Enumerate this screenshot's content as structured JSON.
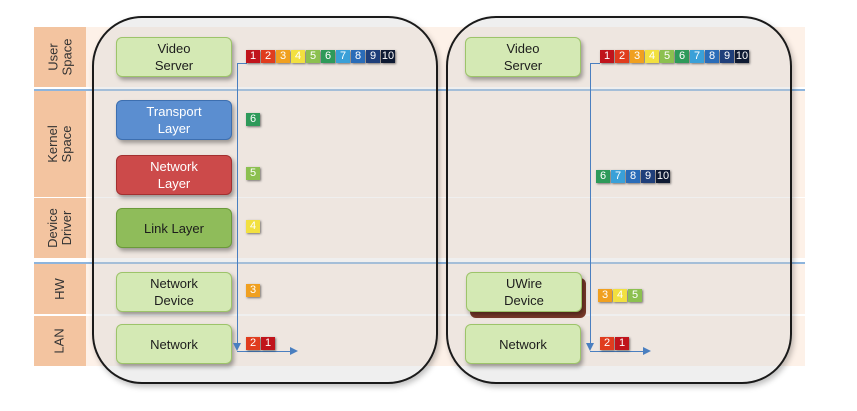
{
  "rows": [
    {
      "key": "user",
      "label": "User\nSpace"
    },
    {
      "key": "kernel",
      "label": "Kernel Space"
    },
    {
      "key": "driver",
      "label": "Device\nDriver"
    },
    {
      "key": "hw",
      "label": "HW"
    },
    {
      "key": "lan",
      "label": "LAN"
    }
  ],
  "left_panel": {
    "video_server": "Video\nServer",
    "transport": "Transport\nLayer",
    "network_layer": "Network\nLayer",
    "link_layer": "Link Layer",
    "network_device": "Network\nDevice",
    "network": "Network"
  },
  "right_panel": {
    "video_server": "Video\nServer",
    "uwire_device": "UWire\nDevice",
    "network": "Network"
  },
  "packets": {
    "left_user": [
      "1",
      "2",
      "3",
      "4",
      "5",
      "6",
      "7",
      "8",
      "9",
      "10"
    ],
    "left_transport": [
      "6"
    ],
    "left_network": [
      "5"
    ],
    "left_link": [
      "4"
    ],
    "left_hw": [
      "3"
    ],
    "left_lan": [
      "2",
      "1"
    ],
    "right_user": [
      "1",
      "2",
      "3",
      "4",
      "5",
      "6",
      "7",
      "8",
      "9",
      "10"
    ],
    "right_kernel": [
      "6",
      "7",
      "8",
      "9",
      "10"
    ],
    "right_hw": [
      "3",
      "4",
      "5"
    ],
    "right_lan": [
      "2",
      "1"
    ]
  },
  "colors": {
    "1": "#c0141c",
    "2": "#e03c1e",
    "3": "#f0a020",
    "4": "#f2e040",
    "5": "#8cc050",
    "6": "#2e9a5a",
    "7": "#3aa0d8",
    "8": "#2a6cb8",
    "9": "#1f3f7a",
    "10": "#0e1a33"
  }
}
